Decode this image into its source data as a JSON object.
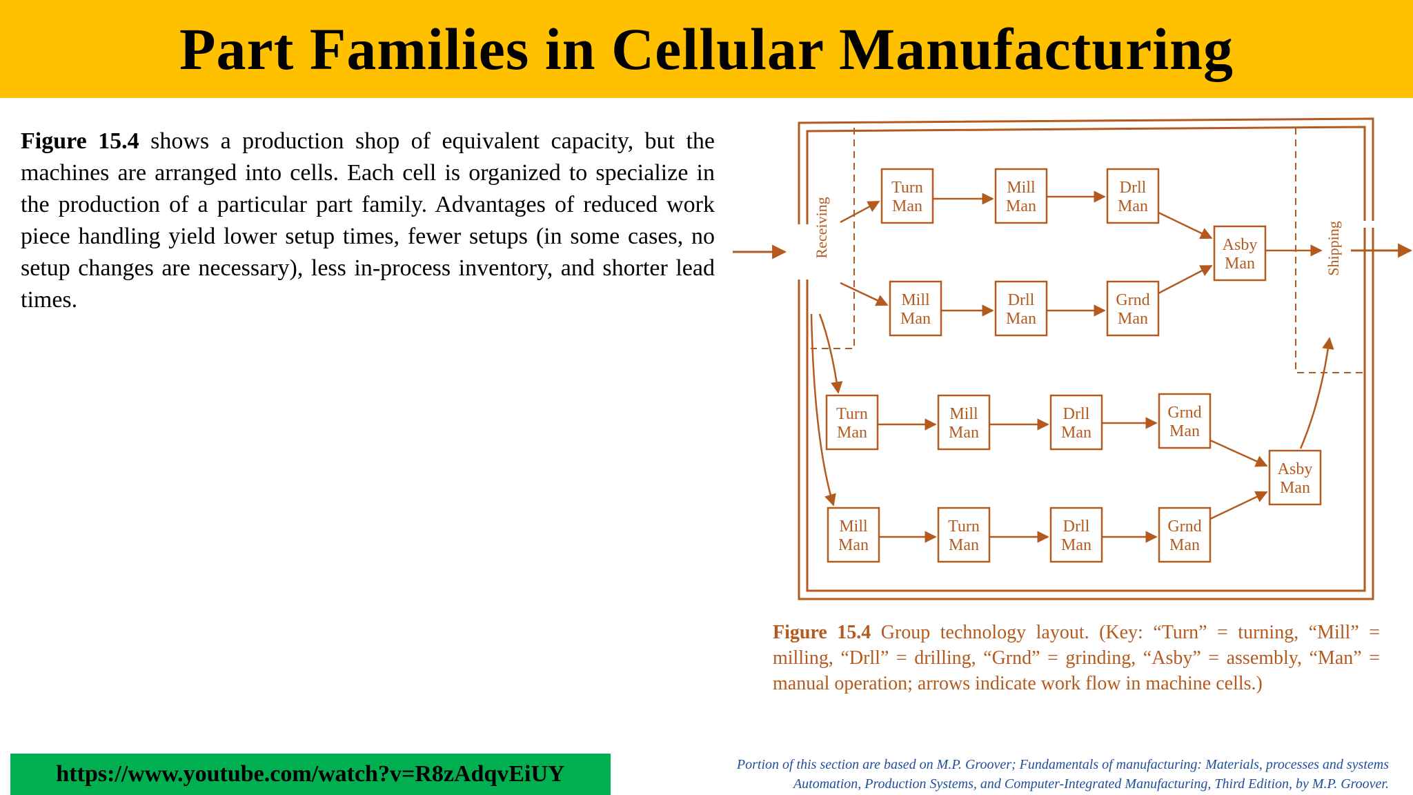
{
  "title": "Part Families in Cellular Manufacturing",
  "body": {
    "figure_ref": "Figure 15.4",
    "text": " shows a production shop of equivalent capacity, but the machines are arranged into cells. Each cell is organized to specialize in the production of a particular part family. Advantages of reduced work piece handling yield lower setup times, fewer setups (in some cases, no setup changes are necessary), less in-process inventory, and shorter lead times."
  },
  "figure": {
    "receiving_label": "Receiving",
    "shipping_label": "Shipping",
    "cells": [
      {
        "machines": [
          [
            "Turn",
            "Man"
          ],
          [
            "Mill",
            "Man"
          ],
          [
            "Drll",
            "Man"
          ]
        ]
      },
      {
        "machines": [
          [
            "Mill",
            "Man"
          ],
          [
            "Drll",
            "Man"
          ],
          [
            "Grnd",
            "Man"
          ]
        ]
      },
      {
        "assembly": [
          "Asby",
          "Man"
        ]
      },
      {
        "machines": [
          [
            "Turn",
            "Man"
          ],
          [
            "Mill",
            "Man"
          ],
          [
            "Drll",
            "Man"
          ],
          [
            "Grnd",
            "Man"
          ]
        ]
      },
      {
        "machines": [
          [
            "Mill",
            "Man"
          ],
          [
            "Turn",
            "Man"
          ],
          [
            "Drll",
            "Man"
          ],
          [
            "Grnd",
            "Man"
          ]
        ]
      },
      {
        "assembly": [
          "Asby",
          "Man"
        ]
      }
    ],
    "color": "#b45a1e"
  },
  "caption": {
    "label": "Figure 15.4",
    "text": " Group technology layout. (Key: “Turn” = turning, “Mill” = milling, “Drll” = drilling, “Grnd” = grinding, “Asby” = assembly, “Man” = manual operation; arrows indicate work flow in machine cells.)"
  },
  "url": "https://www.youtube.com/watch?v=R8zAdqvEiUY",
  "credit": {
    "line1": "Portion of this section are based on M.P. Groover; Fundamentals of manufacturing: Materials, processes and systems",
    "line2": "Automation, Production Systems, and Computer-Integrated Manufacturing, Third Edition, by M.P. Groover."
  }
}
